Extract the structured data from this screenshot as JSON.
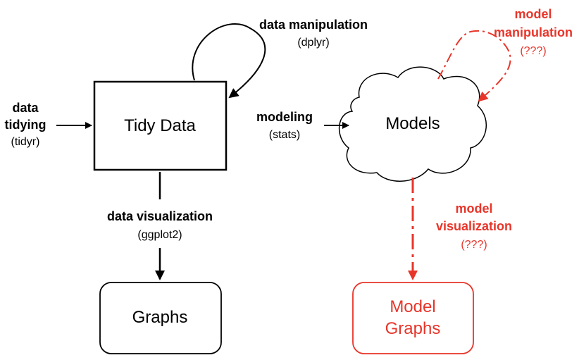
{
  "nodes": {
    "tidy_data": "Tidy Data",
    "models": "Models",
    "graphs": "Graphs",
    "model_graphs_line1": "Model",
    "model_graphs_line2": "Graphs"
  },
  "labels": {
    "data_tidying": {
      "line1": "data",
      "line2": "tidying",
      "pkg": "(tidyr)"
    },
    "data_manipulation": {
      "line1": "data manipulation",
      "pkg": "(dplyr)"
    },
    "modeling": {
      "line1": "modeling",
      "pkg": "(stats)"
    },
    "data_visualization": {
      "line1": "data visualization",
      "pkg": "(ggplot2)"
    },
    "model_manipulation": {
      "line1": "model",
      "line2": "manipulation",
      "pkg": "(???)"
    },
    "model_visualization": {
      "line1": "model",
      "line2": "visualization",
      "pkg": "(???)"
    }
  },
  "colors": {
    "black": "#000000",
    "red": "#e8352a"
  }
}
